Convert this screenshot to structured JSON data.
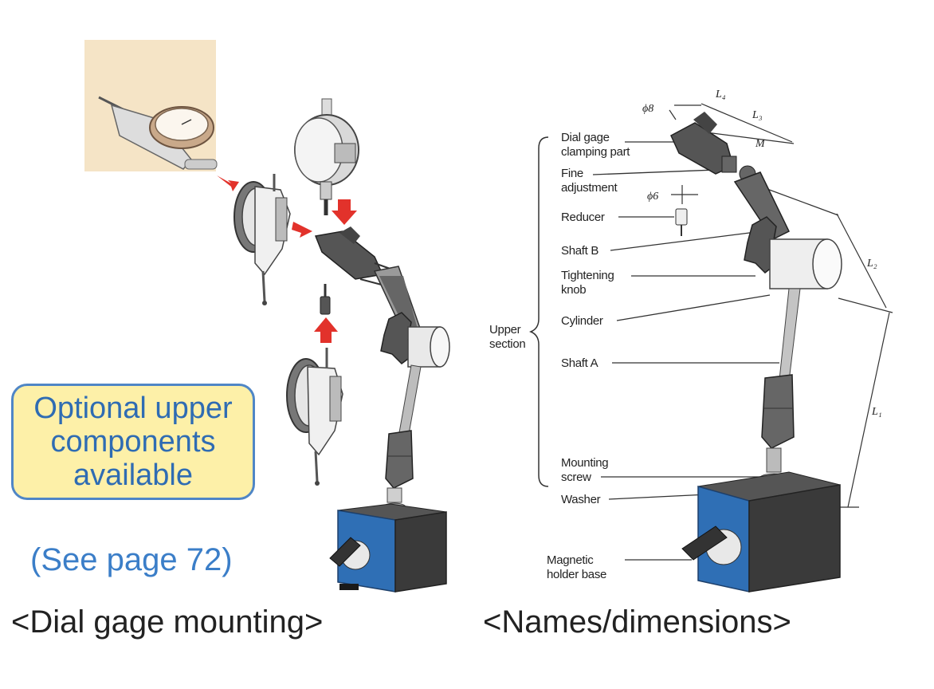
{
  "left_panel": {
    "callout": {
      "line1": "Optional upper",
      "line2": "components",
      "line3": "available"
    },
    "see_page": "(See page 72)",
    "caption": "<Dial gage mounting>"
  },
  "right_panel": {
    "caption": "<Names/dimensions>",
    "labels": {
      "dial_gage_clamping_part_1": "Dial gage",
      "dial_gage_clamping_part_2": "clamping part",
      "fine_adjustment_1": "Fine",
      "fine_adjustment_2": "adjustment",
      "reducer": "Reducer",
      "shaft_b": "Shaft B",
      "tightening_knob_1": "Tightening",
      "tightening_knob_2": "knob",
      "cylinder": "Cylinder",
      "shaft_a": "Shaft A",
      "mounting_screw_1": "Mounting",
      "mounting_screw_2": "screw",
      "washer": "Washer",
      "magnetic_holder_base_1": "Magnetic",
      "magnetic_holder_base_2": "holder base",
      "upper_section_1": "Upper",
      "upper_section_2": "section"
    },
    "dimensions": {
      "phi8": "ϕ8",
      "phi6": "ϕ6",
      "L4": "L₄",
      "L3": "L₃",
      "M": "M",
      "L2": "L₂",
      "L1": "L₁"
    }
  },
  "colors": {
    "callout_bg": "#fdf0a8",
    "callout_border": "#4f86c6",
    "callout_text": "#2f6cb3",
    "arrow_red": "#e2322b",
    "base_blue": "#2f6fb5",
    "base_dark": "#333333"
  }
}
